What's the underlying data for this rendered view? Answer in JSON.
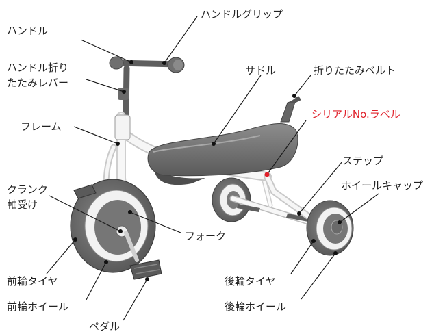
{
  "diagram": {
    "labels": {
      "handle_grip": "ハンドルグリップ",
      "handle": "ハンドル",
      "handle_fold_lever_line1": "ハンドル折り",
      "handle_fold_lever_line2": "たたみレバー",
      "saddle": "サドル",
      "fold_belt": "折りたたみベルト",
      "frame": "フレーム",
      "serial_label": "シリアルNo.ラベル",
      "step": "ステップ",
      "wheel_cap": "ホイールキャップ",
      "crank_line1": "クランク",
      "crank_line2": "軸受け",
      "fork": "フォーク",
      "front_tire": "前輪タイヤ",
      "front_wheel": "前輪ホイール",
      "rear_tire": "後輪タイヤ",
      "rear_wheel": "後輪ホイール",
      "pedal": "ペダル"
    },
    "colors": {
      "part_dark": "#6b6b6b",
      "frame_white": "#f4f4f4",
      "highlight_label": "#e0202a"
    }
  }
}
